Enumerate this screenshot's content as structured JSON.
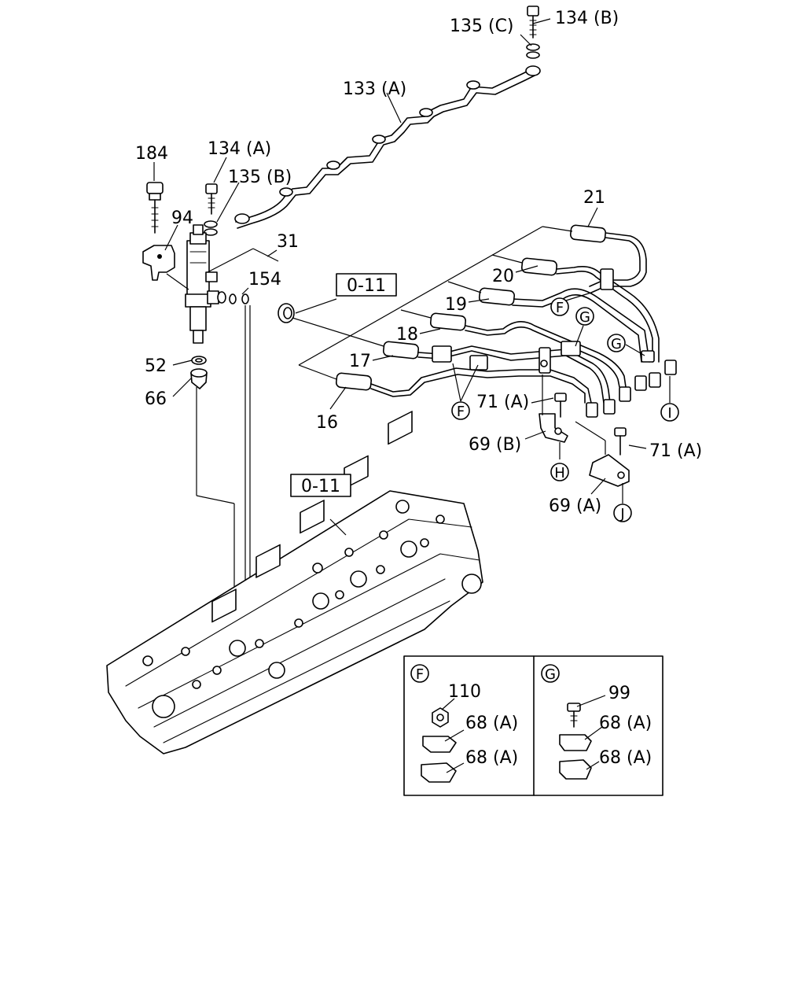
{
  "callouts": {
    "c184": "184",
    "c94": "94",
    "c134a": "134 (A)",
    "c135b": "135 (B)",
    "c31": "31",
    "c154": "154",
    "c133a": "133 (A)",
    "c135c": "135 (C)",
    "c134b": "134 (B)",
    "c52": "52",
    "c66": "66",
    "c21": "21",
    "c20": "20",
    "c19": "19",
    "c18": "18",
    "c17": "17",
    "c16": "16",
    "c71a_1": "71 (A)",
    "c71a_2": "71 (A)",
    "c69b": "69 (B)",
    "c69a": "69 (A)"
  },
  "references": {
    "ref_top": "0-11",
    "ref_head": "0-11"
  },
  "markers": {
    "F": "F",
    "G": "G",
    "H": "H",
    "I": "I",
    "J": "J"
  },
  "detail_f": {
    "badge": "F",
    "c110": "110",
    "c68a_1": "68 (A)",
    "c68a_2": "68 (A)"
  },
  "detail_g": {
    "badge": "G",
    "c99": "99",
    "c68a_1": "68 (A)",
    "c68a_2": "68 (A)"
  }
}
